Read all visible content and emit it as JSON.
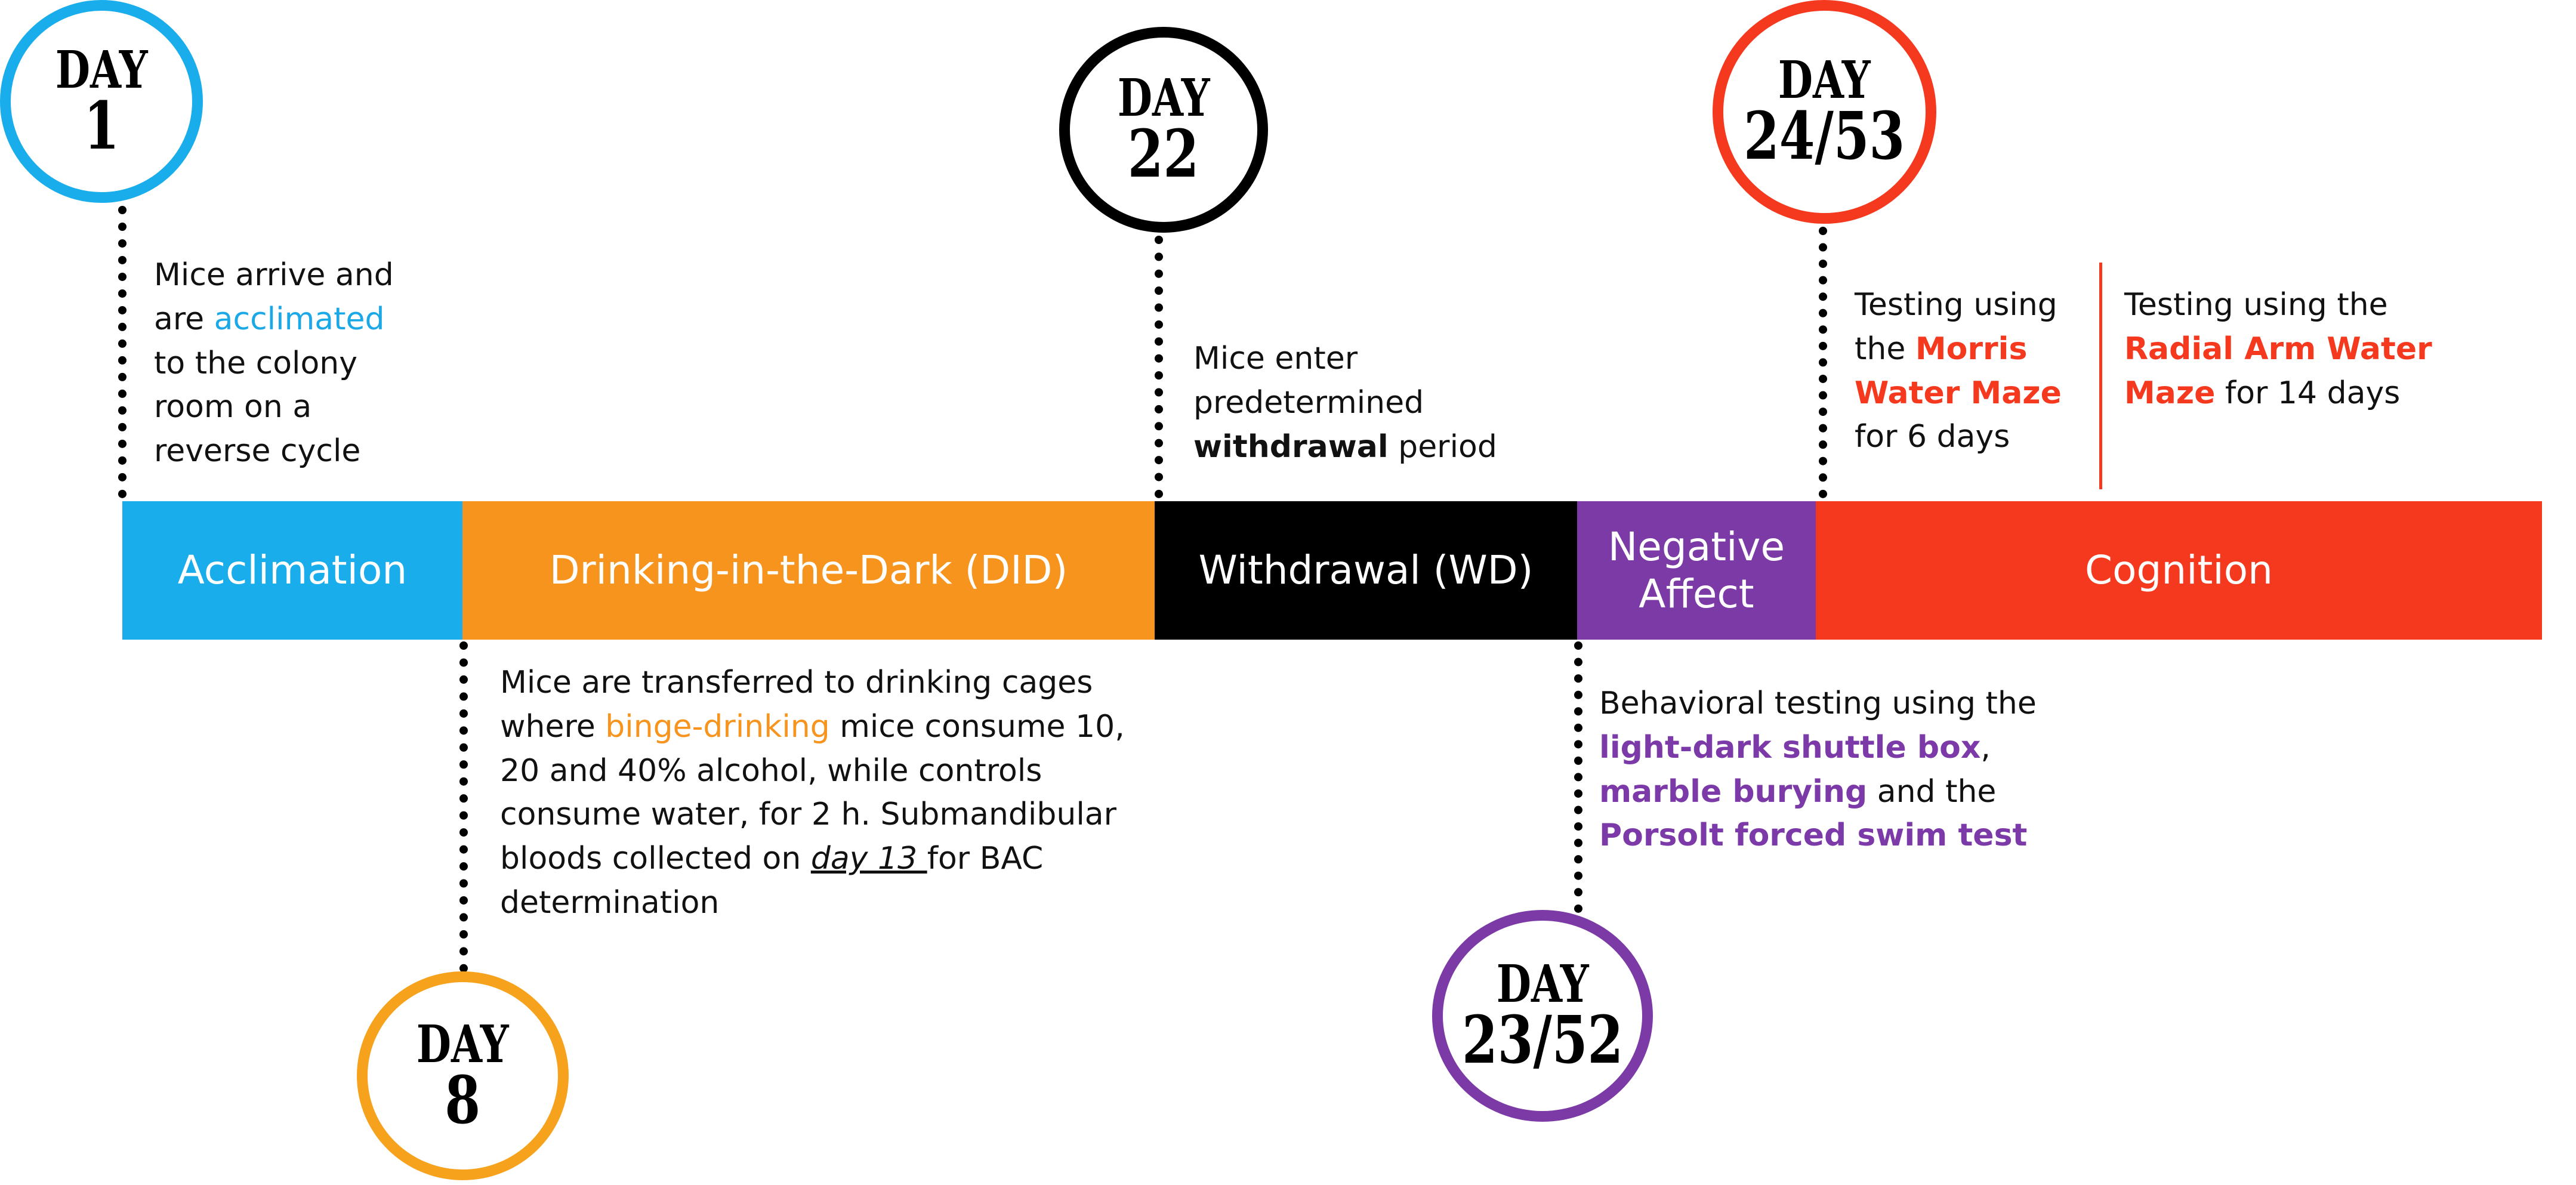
{
  "colors": {
    "acclimation": "#19aeeb",
    "did": "#f7941d",
    "withdrawal": "#000000",
    "negative_affect": "#7b3aa6",
    "cognition": "#f5391f"
  },
  "phases": {
    "acclimation": "Acclimation",
    "did": "Drinking-in-the-Dark (DID)",
    "withdrawal": "Withdrawal (WD)",
    "negative_affect_1": "Negative",
    "negative_affect_2": "Affect",
    "cognition": "Cognition"
  },
  "days": {
    "d1": {
      "label": "DAY",
      "num": "1"
    },
    "d8": {
      "label": "DAY",
      "num": "8"
    },
    "d22": {
      "label": "DAY",
      "num": "22"
    },
    "d2352": {
      "label": "DAY",
      "num": "23/52"
    },
    "d2453": {
      "label": "DAY",
      "num": "24/53"
    }
  },
  "notes": {
    "acclimation": {
      "l1": "Mice arrive and",
      "l2_pre": "are ",
      "l2_hl": "acclimated",
      "l3": "to the colony",
      "l4": "room on a",
      "l5": "reverse cycle"
    },
    "did": {
      "l1": "Mice are transferred to drinking cages",
      "l2_pre": "where ",
      "l2_hl": "binge-drinking",
      "l2_post": " mice consume 10,",
      "l3": "20 and 40% alcohol, while controls",
      "l4": "consume water, for 2 h. Submandibular",
      "l5_pre": "bloods collected on ",
      "l5_hl": "day 13 ",
      "l5_post": "for BAC",
      "l6": "determination"
    },
    "withdrawal": {
      "l1": "Mice enter",
      "l2": "predetermined",
      "l3_hl": "withdrawal",
      "l3_post": " period"
    },
    "negative_affect": {
      "l1": "Behavioral testing using the",
      "l2_hl": "light-dark shuttle box",
      "l2_post": ",",
      "l3_hl": "marble burying",
      "l3_post": " and the",
      "l4_hl": "Porsolt forced swim test"
    },
    "cognition_mwm": {
      "l1": "Testing using",
      "l2_pre": "the ",
      "l2_hl": "Morris",
      "l3_hl": "Water Maze",
      "l4": "for 6 days"
    },
    "cognition_ram": {
      "l1": "Testing using the",
      "l2_hl": "Radial Arm Water",
      "l3_hl": "Maze",
      "l3_post": " for 14 days"
    }
  }
}
